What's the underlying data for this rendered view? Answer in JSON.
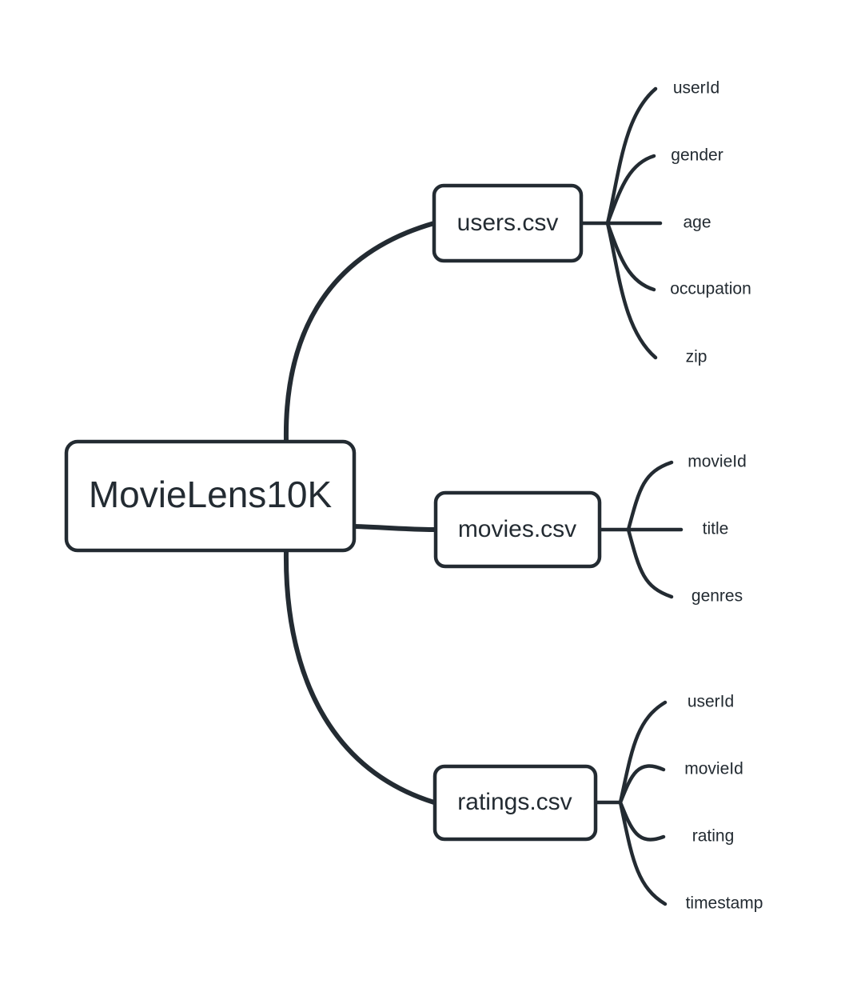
{
  "diagram": {
    "type": "mindmap",
    "title": "MovieLens10K",
    "colors": {
      "stroke": "#232b32",
      "node_fill": "#ffffff",
      "background": "#ffffff"
    },
    "root": {
      "label": "MovieLens10K"
    },
    "branches": [
      {
        "label": "users.csv",
        "leaves": [
          {
            "label": "userId"
          },
          {
            "label": "gender"
          },
          {
            "label": "age"
          },
          {
            "label": "occupation"
          },
          {
            "label": "zip"
          }
        ]
      },
      {
        "label": "movies.csv",
        "leaves": [
          {
            "label": "movieId"
          },
          {
            "label": "title"
          },
          {
            "label": "genres"
          }
        ]
      },
      {
        "label": "ratings.csv",
        "leaves": [
          {
            "label": "userId"
          },
          {
            "label": "movieId"
          },
          {
            "label": "rating"
          },
          {
            "label": "timestamp"
          }
        ]
      }
    ]
  }
}
